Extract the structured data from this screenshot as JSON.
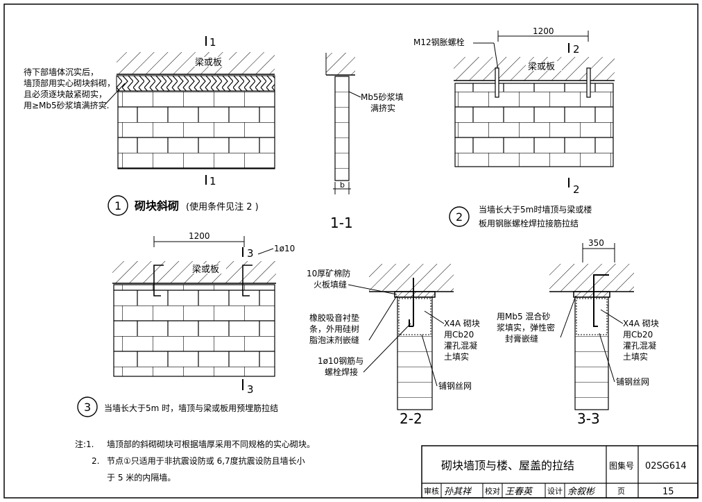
{
  "drawing": {
    "d1": {
      "section_mark": "1",
      "beam_label": "梁或板",
      "note_lines": [
        "待下部墙体沉实后，",
        "墙顶部用实心砌块斜砌，",
        "且必须逐块敲紧砌实，",
        "用≥Mb5砂浆填满挤实."
      ],
      "number": "1",
      "title": "砌块斜砌",
      "subtitle": "(使用条件见注 2 )"
    },
    "s11": {
      "label": "Mb5砂浆填",
      "label2": "满挤实",
      "dim": "b",
      "title": "1-1"
    },
    "d2": {
      "bolt_label": "M12钢胀螺栓",
      "dim": "1200",
      "section_mark": "2",
      "beam_label": "梁或板",
      "number": "2",
      "caption_line1": "当墙长大于5m时墙顶与梁或楼",
      "caption_line2": "板用钢胀螺栓焊拉接筋拉结"
    },
    "d3": {
      "dim": "1200",
      "section_mark": "3",
      "rebar": "1ø10",
      "beam_label": "梁或板",
      "number": "3",
      "caption": "当墙长大于5m 时，墙顶与梁或板用预埋筋拉结"
    },
    "s22": {
      "fire_label1": "10厚矿棉防",
      "fire_label2": "火板填缝",
      "rubber_lines": [
        "橡胶吸音衬垫",
        "条，外用硅树",
        "脂泡沫剂嵌缝"
      ],
      "weld_lines": [
        "1ø10钢筋与",
        "螺栓焊接"
      ],
      "block_lines": [
        "X4A 砌块",
        "用Cb20",
        "灌孔混凝",
        "土填实"
      ],
      "mesh": "铺钢丝网",
      "title": "2-2"
    },
    "s33": {
      "dim": "350",
      "mortar_lines": [
        "用Mb5 混合砂",
        "浆填实，弹性密",
        "封膏嵌缝"
      ],
      "block_lines": [
        "X4A 砌块",
        "用Cb20",
        "灌孔混凝",
        "土填实"
      ],
      "mesh": "铺钢丝网",
      "title": "3-3"
    },
    "notes": {
      "prefix": "注:1.",
      "line1": "墙顶部的斜砌砌块可根据墙厚采用不同规格的实心砌块。",
      "num2": "2.",
      "line2": "节点①只适用于非抗震设防或 6,7度抗震设防且墙长小",
      "line3": "于 5 米的内隔墙。"
    },
    "titleblock": {
      "title": "砌块墙顶与楼、屋盖的拉结",
      "atlas_label": "图集号",
      "atlas_no": "02SG614",
      "review": "审核",
      "reviewer": "孙其祥",
      "check": "校对",
      "checker": "王春英",
      "design": "设计",
      "designer": "余叙彬",
      "page_label": "页",
      "page_no": "15"
    }
  }
}
